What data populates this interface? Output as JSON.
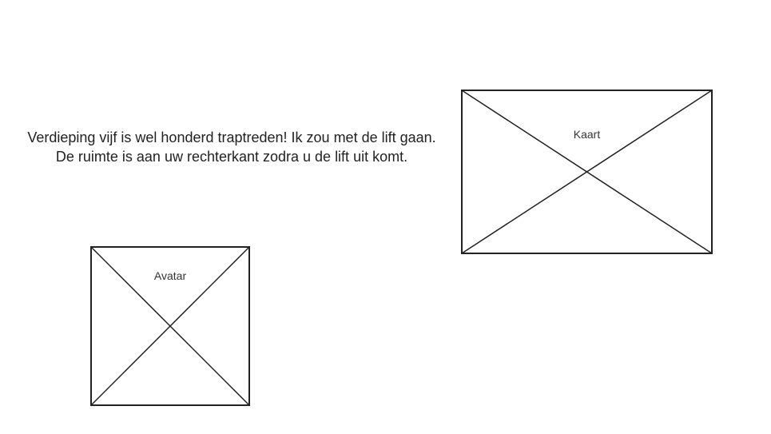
{
  "message": {
    "line1": "Verdieping vijf is wel honderd traptreden! Ik zou met de lift gaan.",
    "line2": "De ruimte is aan uw rechterkant zodra u de lift uit komt."
  },
  "map_placeholder": {
    "label": "Kaart"
  },
  "avatar_placeholder": {
    "label": "Avatar"
  },
  "colors": {
    "stroke": "#222222",
    "background": "#ffffff"
  }
}
